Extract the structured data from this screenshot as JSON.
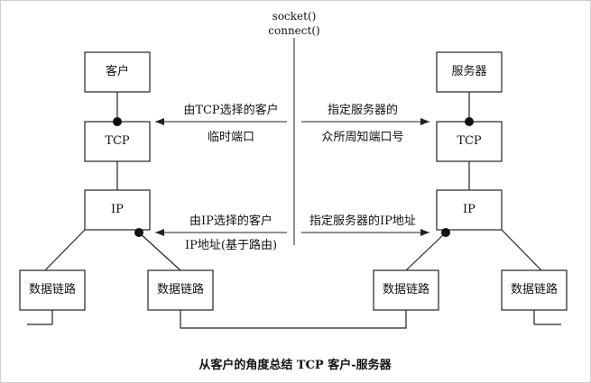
{
  "top_calls": {
    "line1": "socket()",
    "line2": "connect()"
  },
  "client": {
    "app": "客户",
    "tcp": "TCP",
    "ip": "IP",
    "datalink_left": "数据链路",
    "datalink_right": "数据链路"
  },
  "server": {
    "app": "服务器",
    "tcp": "TCP",
    "ip": "IP",
    "datalink_left": "数据链路",
    "datalink_right": "数据链路"
  },
  "notes": {
    "port_left_line1": "由TCP选择的客户",
    "port_left_line2": "临时端口",
    "port_right_line1": "指定服务器的",
    "port_right_line2": "众所周知端口号",
    "ip_left_line1": "由IP选择的客户",
    "ip_left_line2": "IP地址(基于路由)",
    "ip_right_line1": "指定服务器的IP地址"
  },
  "caption": "从客户的角度总结 TCP 客户-服务器"
}
